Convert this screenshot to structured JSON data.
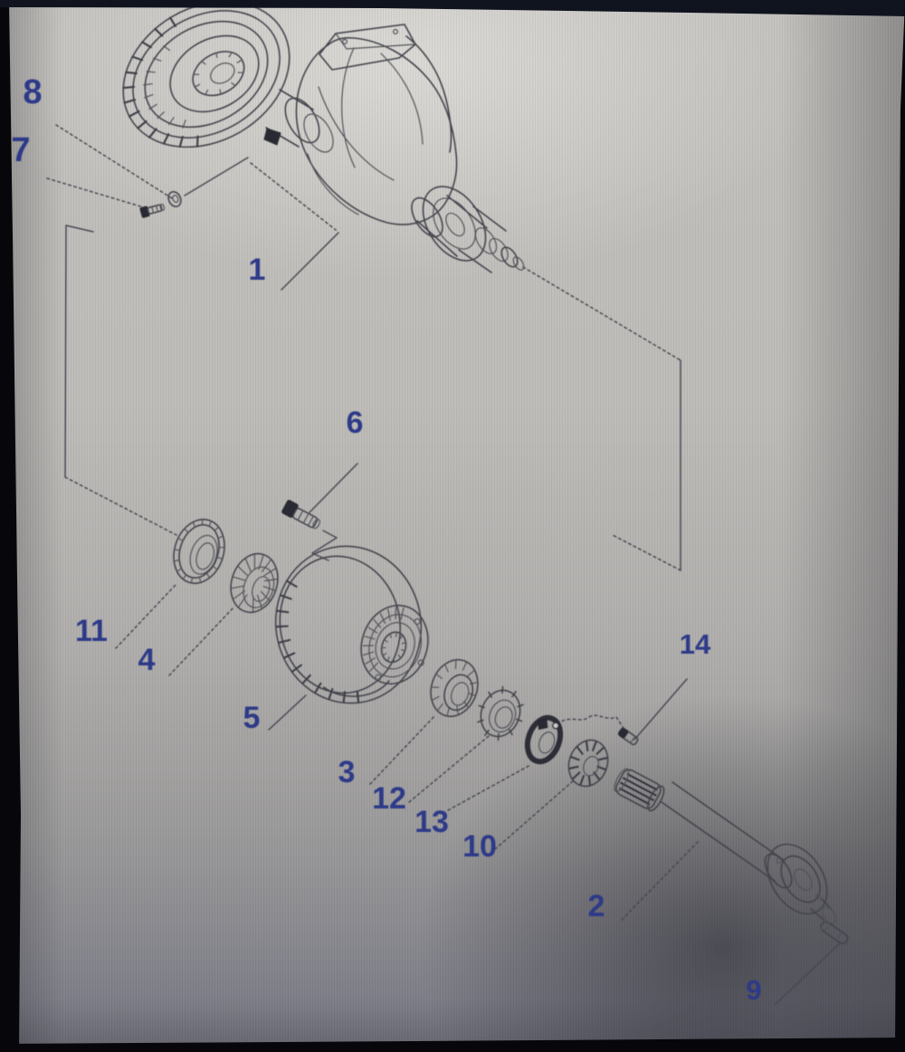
{
  "diagram": {
    "description": "Exploded parts diagram of a rear axle assembly shown on a screen",
    "callouts": [
      {
        "number": "8"
      },
      {
        "number": "7"
      },
      {
        "number": "1"
      },
      {
        "number": "6"
      },
      {
        "number": "11"
      },
      {
        "number": "4"
      },
      {
        "number": "5"
      },
      {
        "number": "3"
      },
      {
        "number": "12"
      },
      {
        "number": "13"
      },
      {
        "number": "10"
      },
      {
        "number": "14"
      },
      {
        "number": "2"
      },
      {
        "number": "9"
      }
    ],
    "colors": {
      "callout": "#2e3a8a",
      "line": "#4a4a54",
      "paper": "#c2c0bc",
      "border": "#07070b"
    }
  }
}
